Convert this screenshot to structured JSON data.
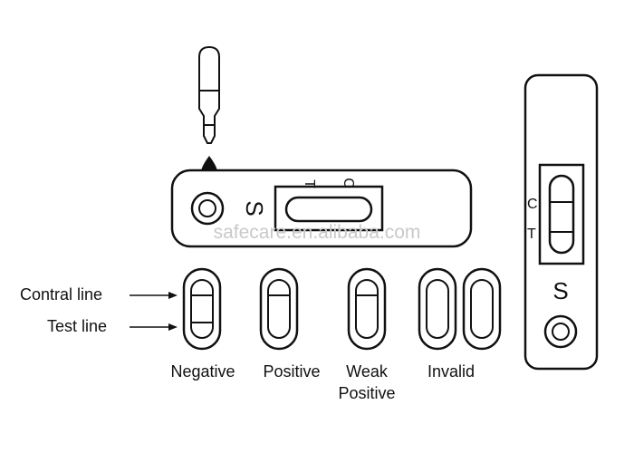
{
  "cassette": {
    "well_label": "S",
    "test_marker": "T",
    "control_marker": "C"
  },
  "watermark": "safecare.en.alibaba.com",
  "callouts": {
    "control_line": "Contral line",
    "test_line": "Test line"
  },
  "results": [
    {
      "label": "Negative",
      "label_line2": "",
      "control_line": true,
      "test_line": true,
      "test_strength": "full"
    },
    {
      "label": "Positive",
      "label_line2": "",
      "control_line": true,
      "test_line": false,
      "test_strength": "none"
    },
    {
      "label": "Weak",
      "label_line2": "Positive",
      "control_line": true,
      "test_line": false,
      "test_strength": "none"
    },
    {
      "label": "Invalid",
      "label_line2": "",
      "control_line": false,
      "test_line": false,
      "test_strength": "none"
    }
  ],
  "vertical_cassette": {
    "control_marker": "C",
    "test_marker": "T",
    "well_label": "S"
  }
}
